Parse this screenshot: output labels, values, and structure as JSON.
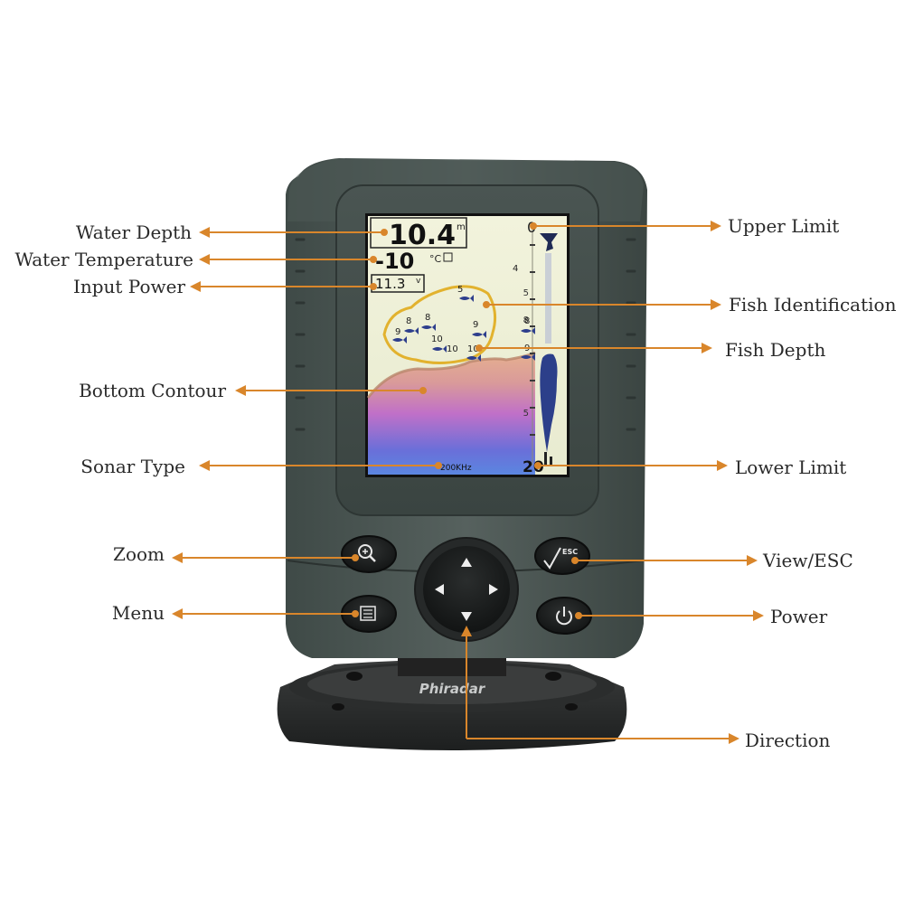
{
  "accent_color": "#d9862b",
  "labels": {
    "water_depth": "Water Depth",
    "water_temperature": "Water Temperature",
    "input_power": "Input Power",
    "bottom_contour": "Bottom Contour",
    "sonar_type": "Sonar Type",
    "zoom": "Zoom",
    "menu": "Menu",
    "upper_limit": "Upper Limit",
    "fish_identification": "Fish Identification",
    "fish_depth": "Fish Depth",
    "lower_limit": "Lower Limit",
    "view_esc": "View/ESC",
    "power": "Power",
    "direction": "Direction"
  },
  "screen": {
    "depth_value": "10.4",
    "depth_unit": "m",
    "temperature_value": "-10",
    "temperature_unit": "°C",
    "voltage_value": "11.3",
    "voltage_unit": "v",
    "frequency": "200KHz",
    "upper_limit_value": "0",
    "lower_limit_value": "20",
    "scale_ticks": [
      "5",
      "8",
      "5"
    ],
    "fish_depths": [
      "5",
      "4",
      "9",
      "10",
      "10",
      "9",
      "10",
      "8",
      "8",
      "8",
      "9"
    ]
  },
  "buttons": {
    "esc_text": "ESC"
  },
  "brand": "Phiradar"
}
